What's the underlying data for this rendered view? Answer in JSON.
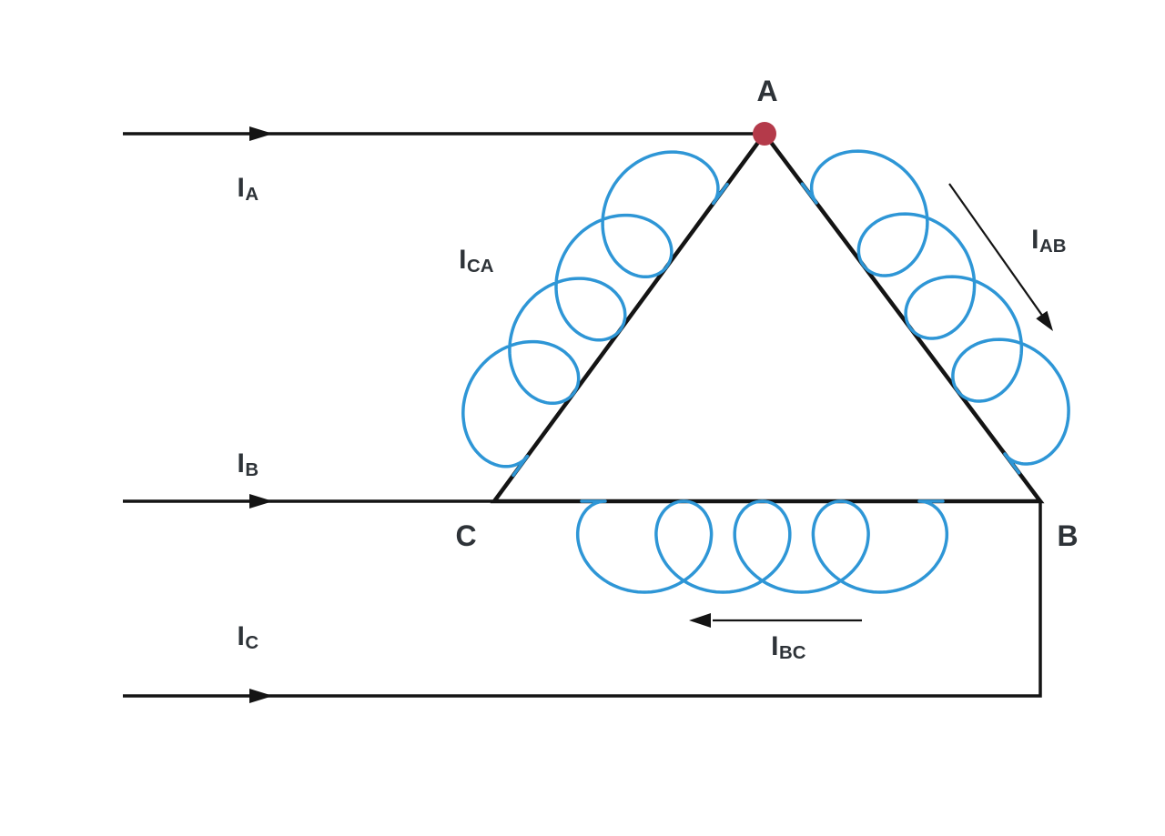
{
  "diagram": {
    "name": "three-phase-delta-connection",
    "description": "Delta-connected three-phase winding with line and phase currents"
  },
  "colors": {
    "coil_blue": "#2E96D6",
    "line_black": "#141414",
    "node_red": "#B43A4A",
    "label": "#2E3338"
  },
  "nodes": {
    "a": "A",
    "b": "B",
    "c": "C"
  },
  "labels": {
    "line_current_a": {
      "base": "I",
      "sub": "A"
    },
    "line_current_b": {
      "base": "I",
      "sub": "B"
    },
    "line_current_c": {
      "base": "I",
      "sub": "C"
    },
    "phase_current_ab": {
      "base": "I",
      "sub": "AB"
    },
    "phase_current_bc": {
      "base": "I",
      "sub": "BC"
    },
    "phase_current_ca": {
      "base": "I",
      "sub": "CA"
    }
  }
}
